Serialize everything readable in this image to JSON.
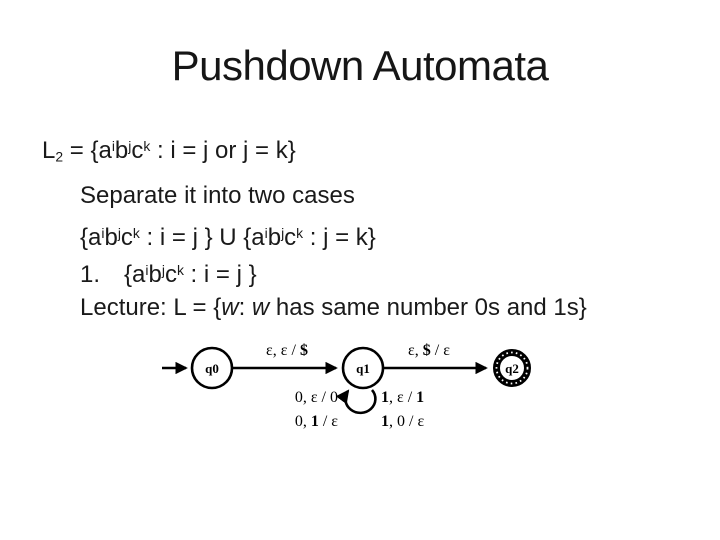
{
  "slide": {
    "title": "Pushdown Automata",
    "colors": {
      "background": "#ffffff",
      "text": "#1a1a1a",
      "diagram": "#000000"
    },
    "lines": {
      "l2": [
        {
          "t": "L"
        },
        {
          "t": "2",
          "m": "sub"
        },
        {
          "t": " = {a"
        },
        {
          "t": "i",
          "m": "sup"
        },
        {
          "t": "b"
        },
        {
          "t": "j",
          "m": "sup"
        },
        {
          "t": "c"
        },
        {
          "t": "k",
          "m": "sup"
        },
        {
          "t": " : i = j or j = k}"
        }
      ],
      "separate": "Separate it into two cases",
      "union": [
        {
          "t": "{a"
        },
        {
          "t": "i",
          "m": "sup"
        },
        {
          "t": "b"
        },
        {
          "t": "j",
          "m": "sup"
        },
        {
          "t": "c"
        },
        {
          "t": "k",
          "m": "sup"
        },
        {
          "t": " : i = j } U {a"
        },
        {
          "t": "i",
          "m": "sup"
        },
        {
          "t": "b"
        },
        {
          "t": "j",
          "m": "sup"
        },
        {
          "t": "c"
        },
        {
          "t": "k",
          "m": "sup"
        },
        {
          "t": " : j = k}"
        }
      ],
      "case1": [
        {
          "t": "1.  {a"
        },
        {
          "t": "i",
          "m": "sup"
        },
        {
          "t": "b"
        },
        {
          "t": "j",
          "m": "sup"
        },
        {
          "t": "c"
        },
        {
          "t": "k",
          "m": "sup"
        },
        {
          "t": " : i = j }"
        }
      ],
      "lecture": [
        {
          "t": "Lecture: L = {"
        },
        {
          "t": "w",
          "m": "i"
        },
        {
          "t": ": "
        },
        {
          "t": "w",
          "m": "i"
        },
        {
          "t": " has same number 0s and 1s}"
        }
      ]
    },
    "diagram": {
      "states": [
        {
          "id": "q0",
          "label": "q0",
          "accepting": false,
          "start": true
        },
        {
          "id": "q1",
          "label": "q1",
          "accepting": false,
          "start": false
        },
        {
          "id": "q2",
          "label": "q2",
          "accepting": true,
          "start": false
        }
      ],
      "labels": {
        "e01": [
          {
            "t": "ε, ε / "
          },
          {
            "t": "$",
            "m": "b"
          }
        ],
        "e12": [
          {
            "t": "ε, "
          },
          {
            "t": "$",
            "m": "b"
          },
          {
            "t": " / ε"
          }
        ],
        "loop_l1": [
          {
            "t": "0, ε / 0"
          }
        ],
        "loop_l2": [
          {
            "t": "0, "
          },
          {
            "t": "1",
            "m": "b"
          },
          {
            "t": " / ε"
          }
        ],
        "loop_r1": [
          {
            "t": "1",
            "m": "b"
          },
          {
            "t": ", ε / "
          },
          {
            "t": "1",
            "m": "b"
          }
        ],
        "loop_r2": [
          {
            "t": "1",
            "m": "b"
          },
          {
            "t": ", 0 / ε"
          }
        ]
      }
    }
  }
}
